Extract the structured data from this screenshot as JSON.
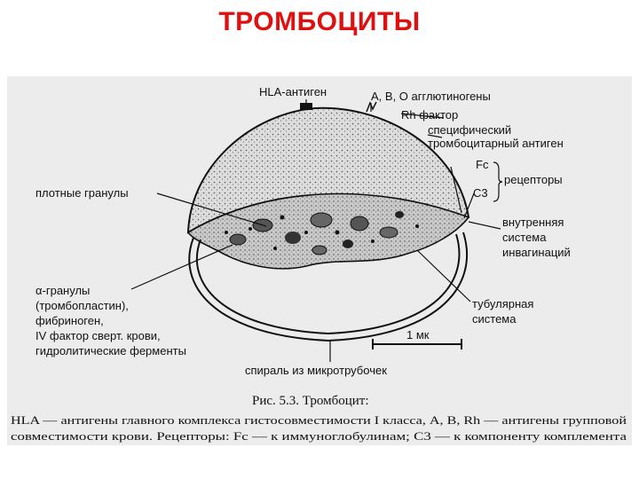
{
  "slide": {
    "title": "ТРОМБОЦИТЫ"
  },
  "labels": {
    "hla": "HLA-антиген",
    "abo": "A, B, O агглютиногены",
    "rh": "Rh фактор",
    "spec_1": "специфический",
    "spec_2": "тромбоцитарный антиген",
    "fc": "Fc",
    "c3": "C3",
    "receptors": "рецепторы",
    "dense": "плотные гранулы",
    "internal_1": "внутренняя",
    "internal_2": "система",
    "internal_3": "инвагинаций",
    "alpha_1": "α-гранулы",
    "alpha_2": "(тромбопластин),",
    "alpha_3": "фибриноген,",
    "alpha_4": "IV фактор сверт. крови,",
    "alpha_5": "гидролитические ферменты",
    "tubular_1": "тубулярная",
    "tubular_2": "система",
    "scale": "1 мк",
    "spiral": "спираль из микротрубочек"
  },
  "caption": {
    "title": "Рис. 5.3. Тромбоцит:",
    "line1": "HLA — антигены главного комплекса гистосовместимости I класса, A, B, Rh — антигены групповой",
    "line2": "совместимости крови. Рецепторы: Fc — к иммуноглобулинам; C3 — к компоненту комплемента"
  },
  "colors": {
    "title": "#e01010",
    "panel": "#ececec",
    "ink": "#111111"
  }
}
